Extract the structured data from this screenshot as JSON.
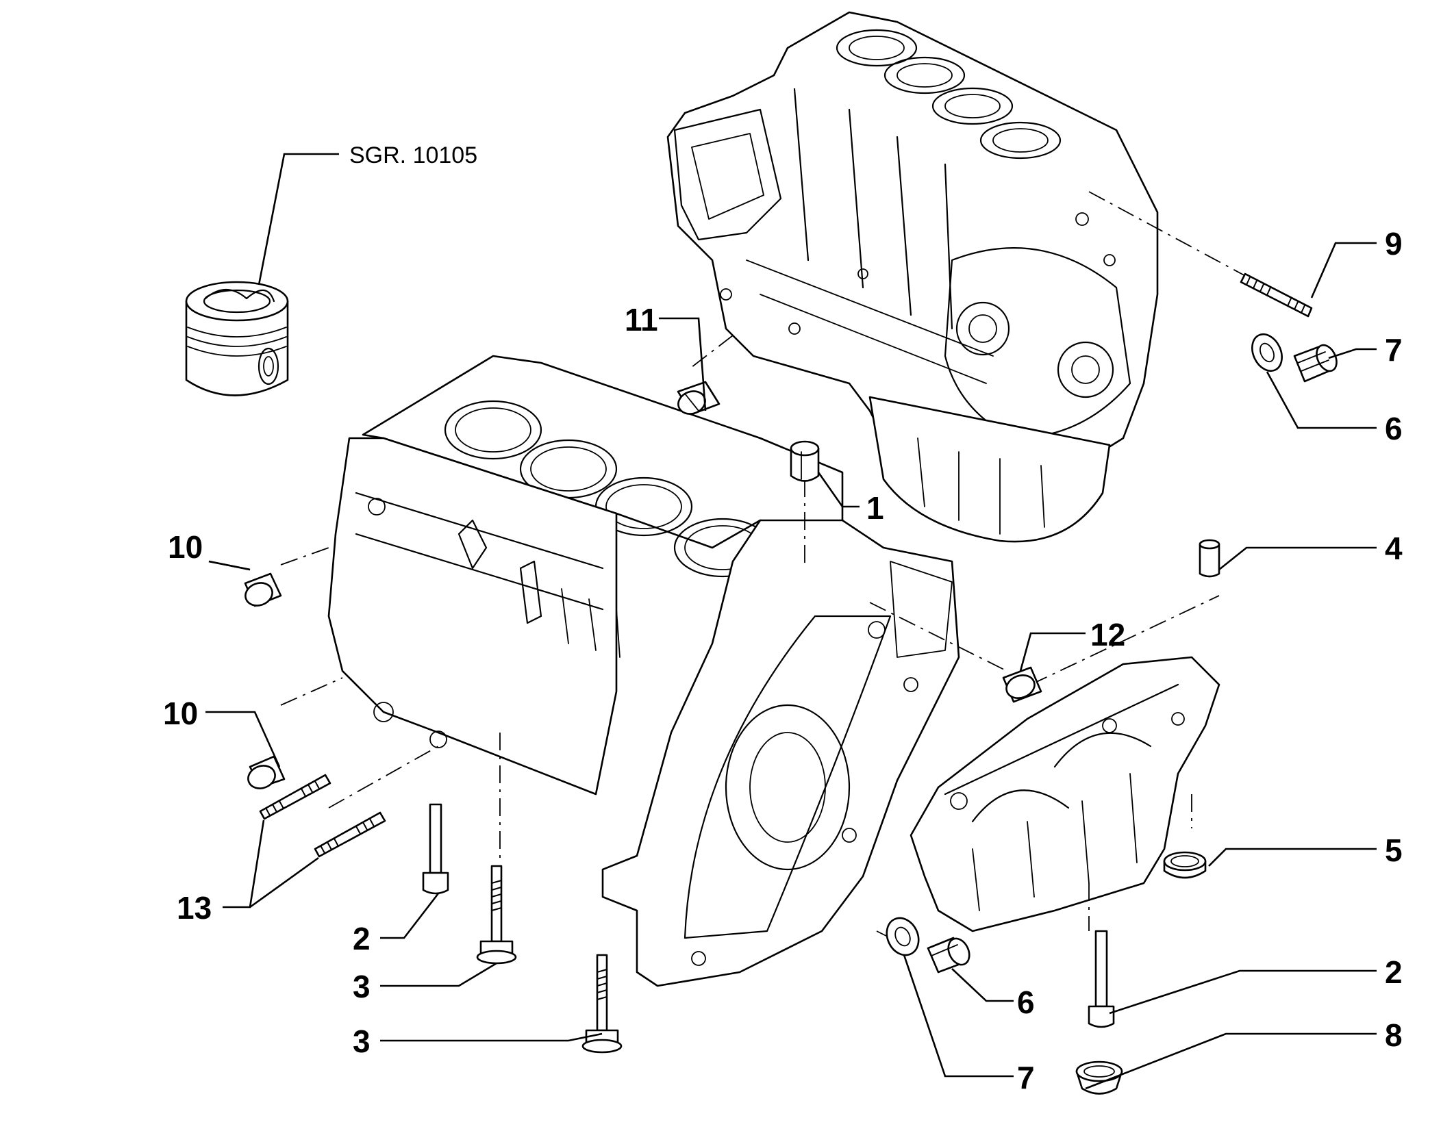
{
  "reference_label": "SGR. 10105",
  "callouts": {
    "c1": "1",
    "c2a": "2",
    "c2b": "2",
    "c3a": "3",
    "c3b": "3",
    "c4": "4",
    "c5": "5",
    "c6a": "6",
    "c6b": "6",
    "c7a": "7",
    "c7b": "7",
    "c8": "8",
    "c9": "9",
    "c10a": "10",
    "c10b": "10",
    "c11": "11",
    "c12": "12",
    "c13": "13"
  }
}
